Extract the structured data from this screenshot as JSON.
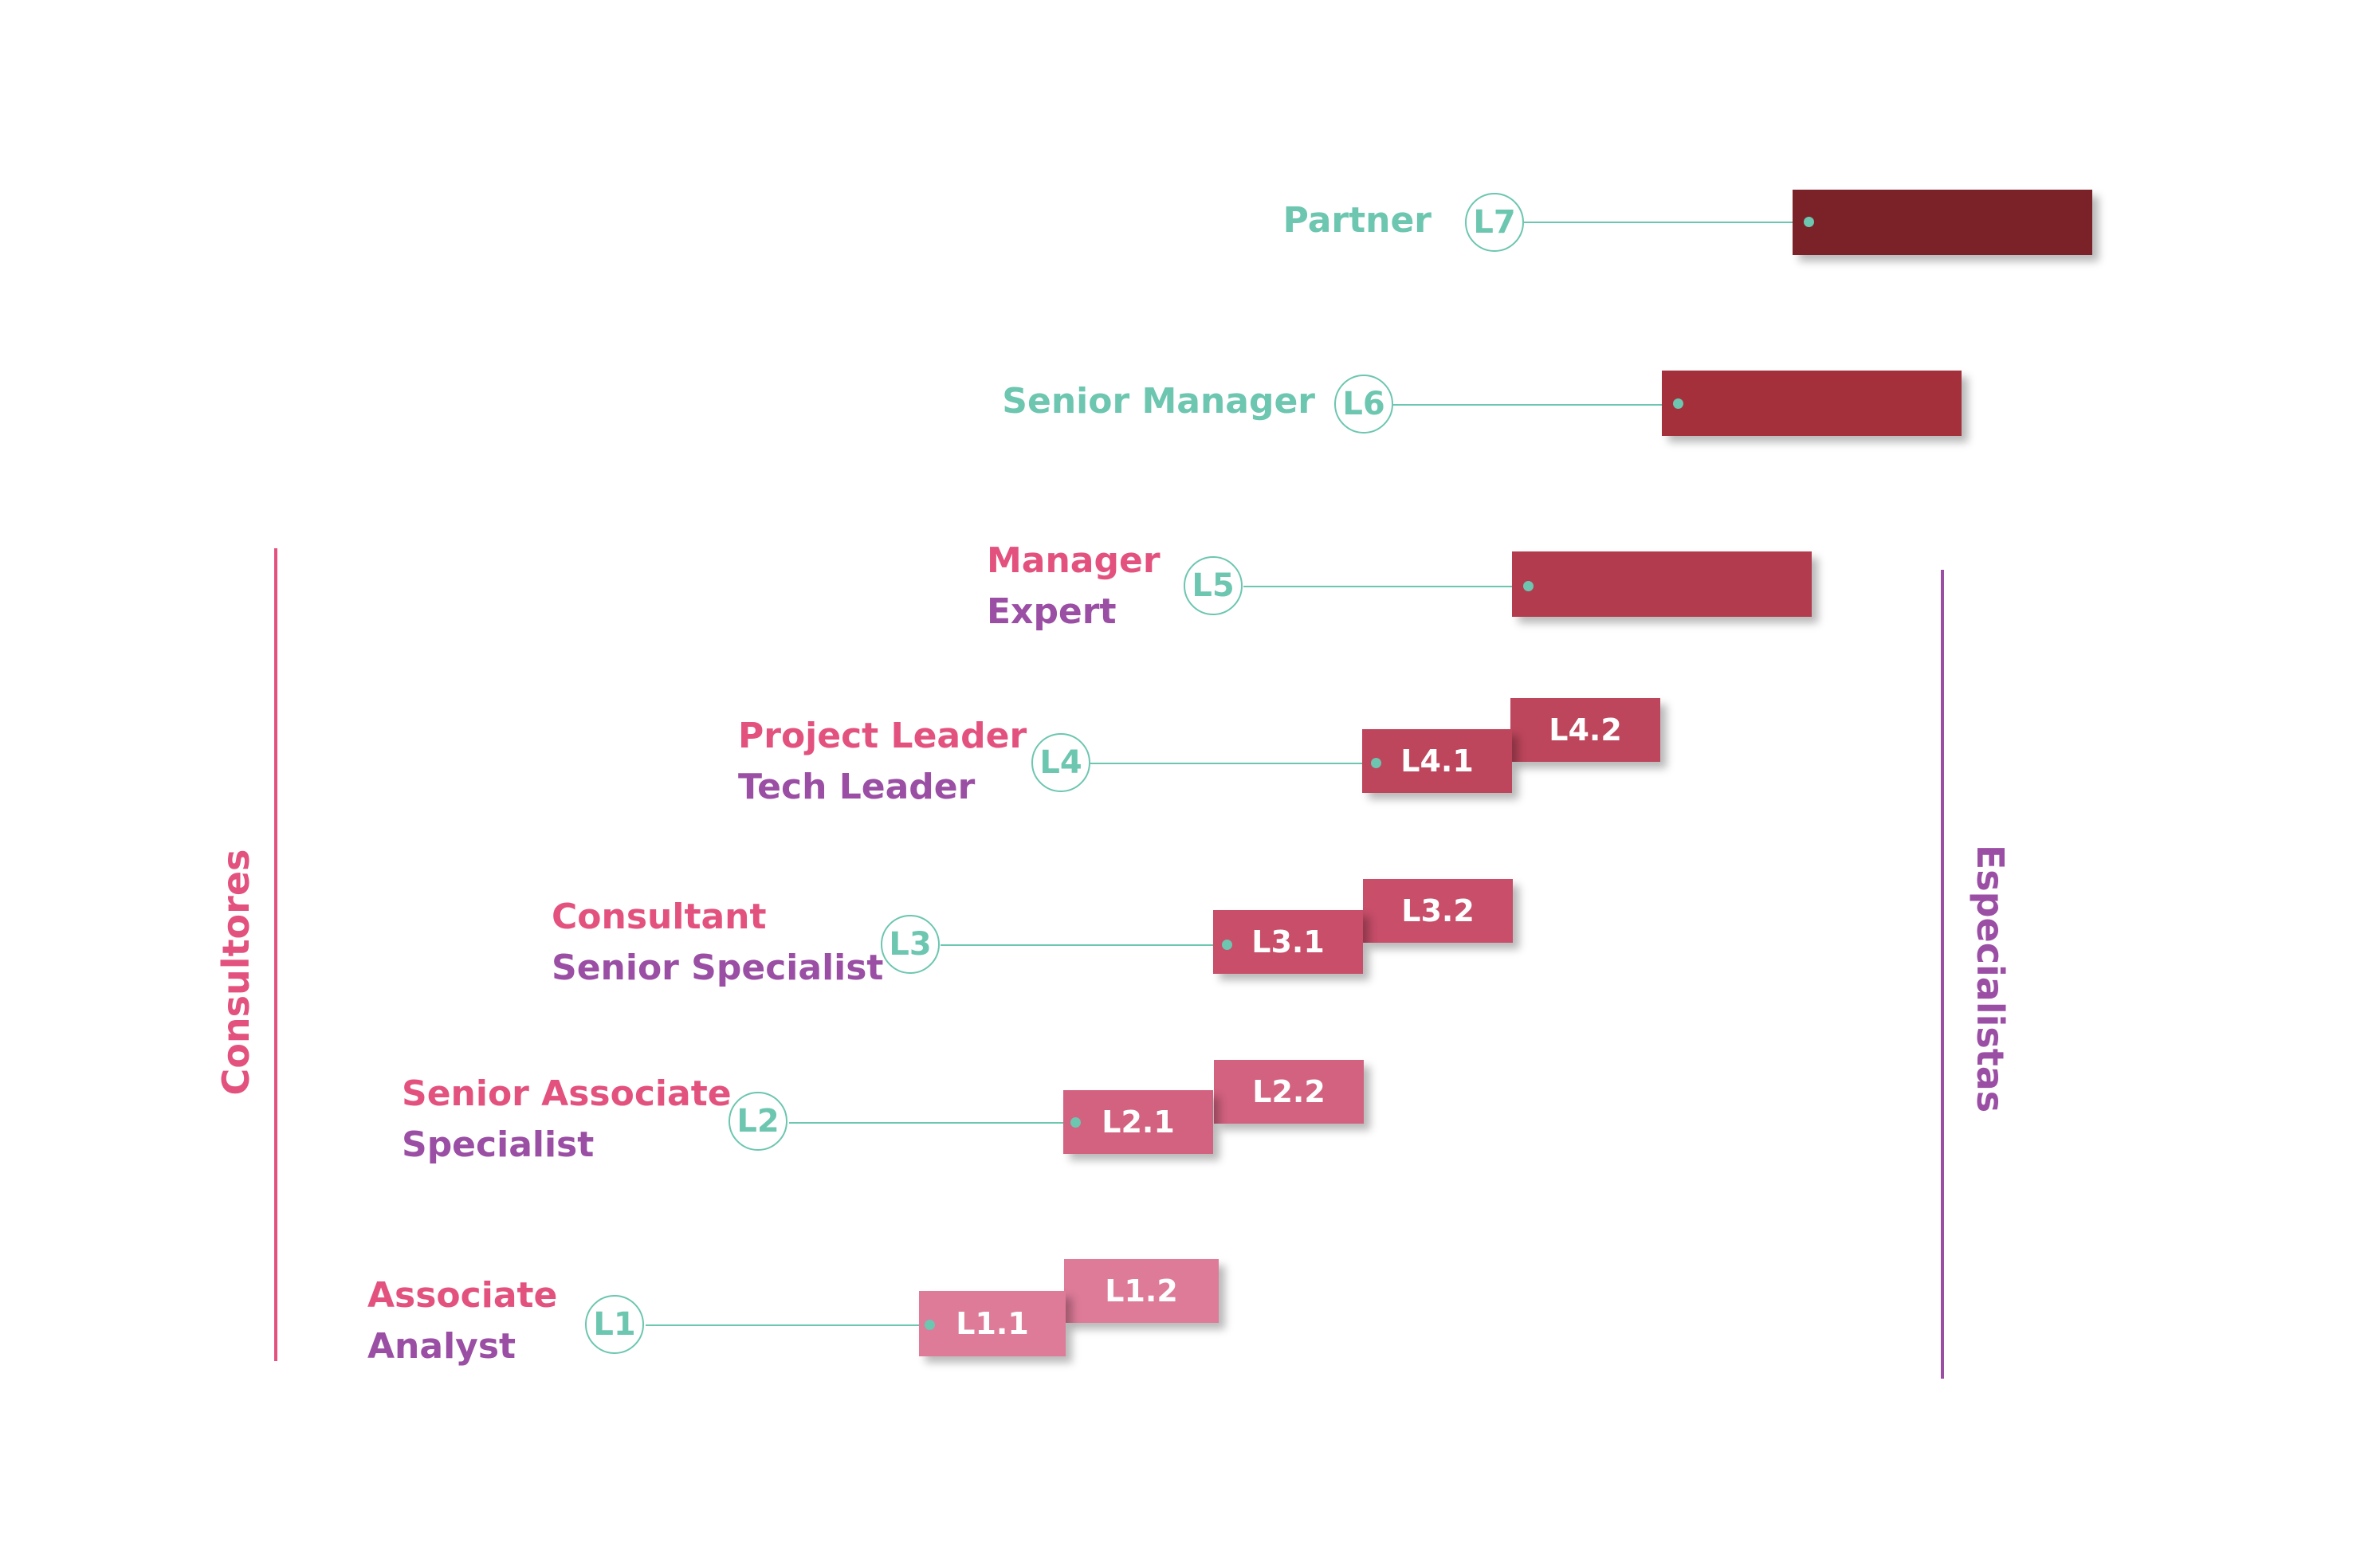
{
  "colors": {
    "teal": "#6cc6b0",
    "pink": "#e3527f",
    "purple": "#9a4ea4",
    "partner_bar": "#7b2229",
    "senior_manager_bar": "#a3303b",
    "manager_bar": "#b23c4e",
    "l4_bar": "#be465c",
    "l3_bar": "#c84e6a",
    "l2_bar": "#d2627f",
    "l1_bar": "#dd7b99"
  },
  "groups": {
    "left": "Consultores",
    "right": "Especialistas"
  },
  "levels": [
    {
      "id": "L7",
      "title": "Partner",
      "subtitle": "",
      "bars": []
    },
    {
      "id": "L6",
      "title": "Senior Manager",
      "subtitle": "",
      "bars": []
    },
    {
      "id": "L5",
      "title": "Manager",
      "subtitle": "Expert",
      "bars": []
    },
    {
      "id": "L4",
      "title": "Project Leader",
      "subtitle": "Tech Leader",
      "bars": [
        "L4.1",
        "L4.2"
      ]
    },
    {
      "id": "L3",
      "title": "Consultant",
      "subtitle": "Senior Specialist",
      "bars": [
        "L3.1",
        "L3.2"
      ]
    },
    {
      "id": "L2",
      "title": "Senior Associate",
      "subtitle": "Specialist",
      "bars": [
        "L2.1",
        "L2.2"
      ]
    },
    {
      "id": "L1",
      "title": "Associate",
      "subtitle": "Analyst",
      "bars": [
        "L1.1",
        "L1.2"
      ]
    }
  ]
}
